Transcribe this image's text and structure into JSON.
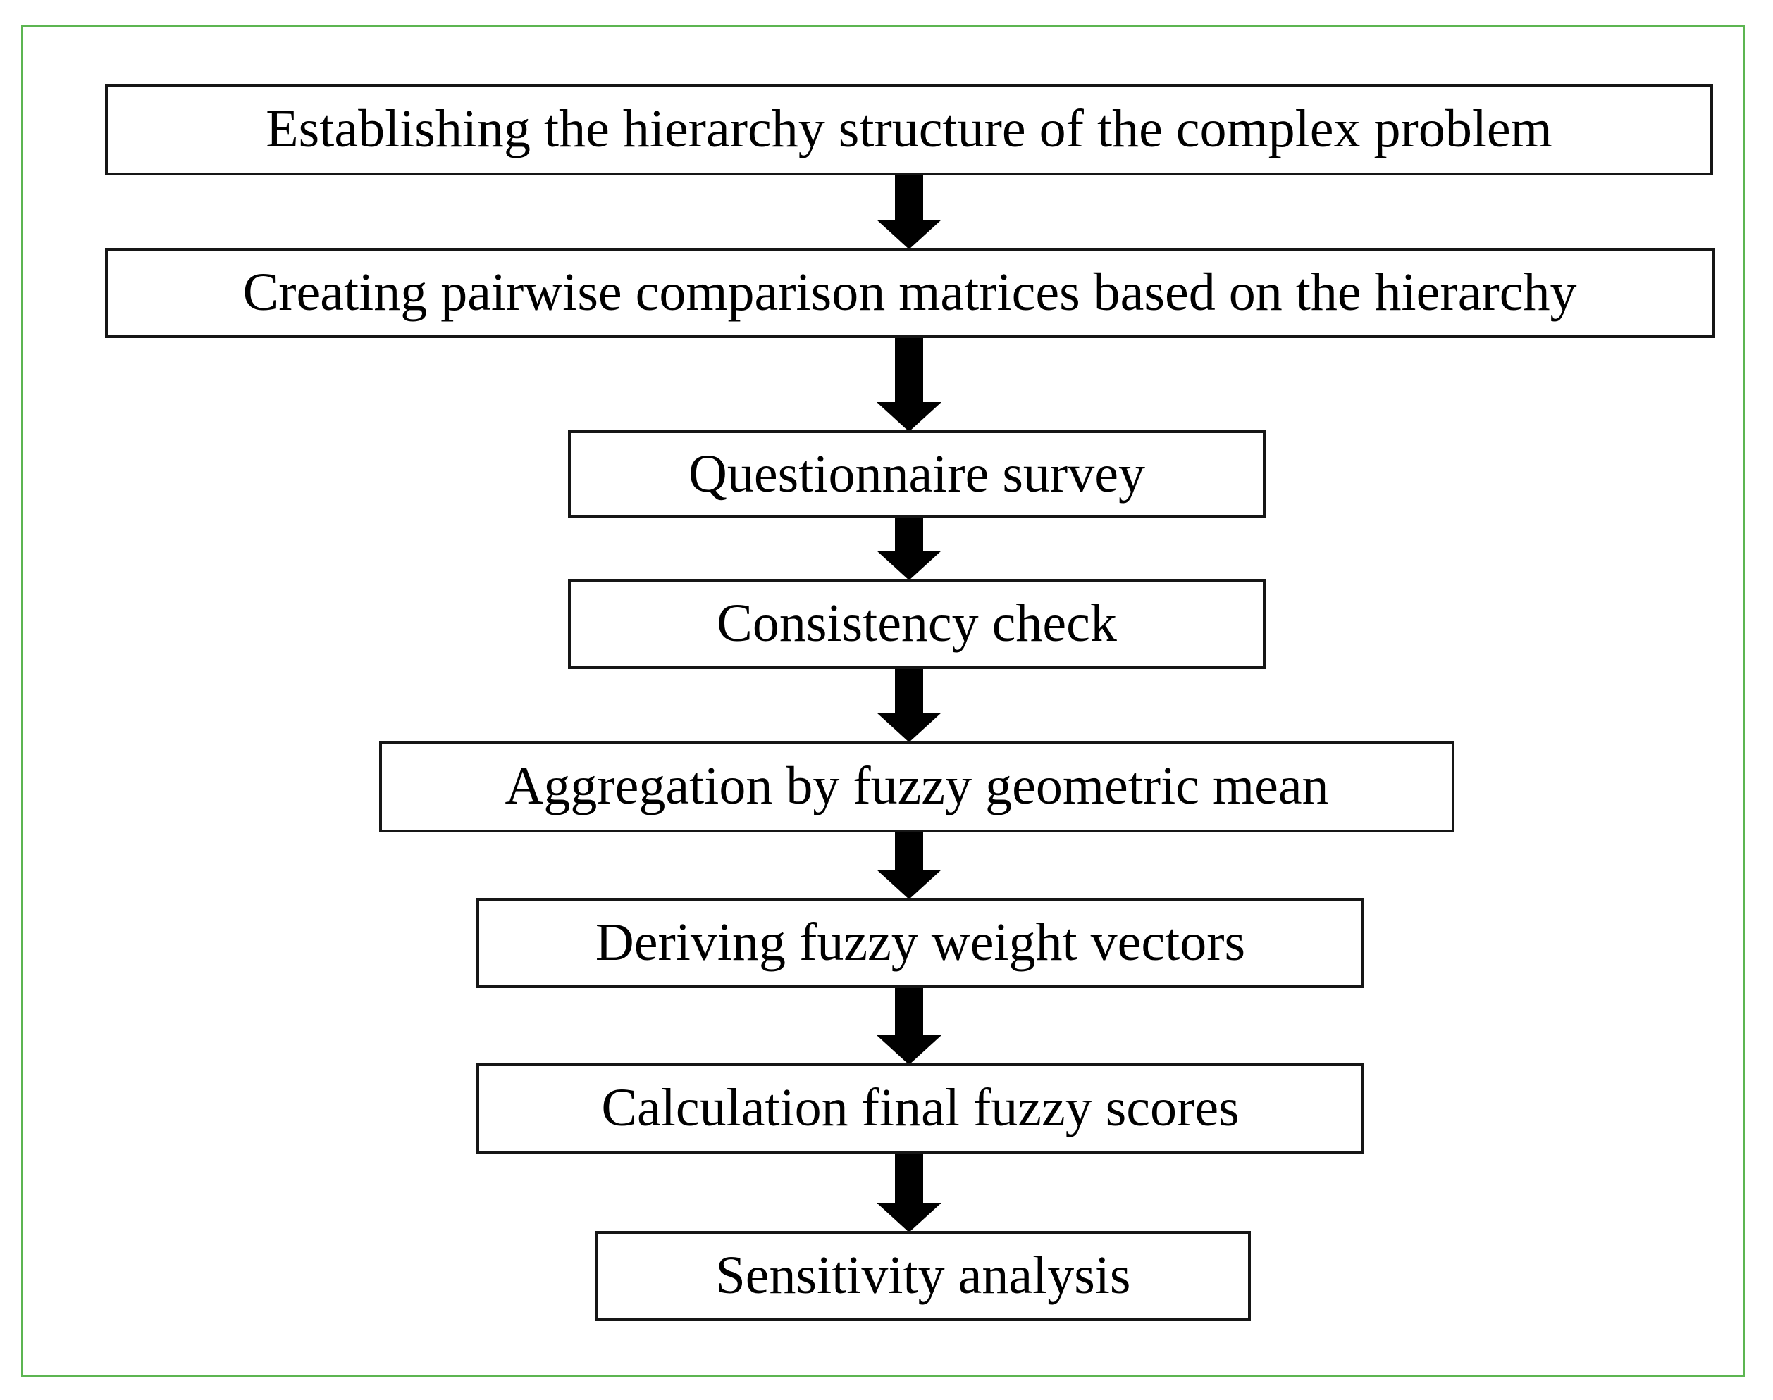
{
  "figure": {
    "kind": "flowchart",
    "direction": "top-down",
    "connector_style": "solid-block-down-arrow",
    "colors": {
      "frame_border": "#5cb551",
      "box_border": "#161616",
      "box_fill": "#ffffff",
      "arrow_fill": "#000000",
      "text": "#000000",
      "background": "#ffffff"
    }
  },
  "flow": {
    "steps": [
      {
        "label": "Establishing the hierarchy structure of the complex problem"
      },
      {
        "label": "Creating pairwise comparison matrices  based on the hierarchy"
      },
      {
        "label": "Questionnaire survey"
      },
      {
        "label": "Consistency check"
      },
      {
        "label": "Aggregation by fuzzy geometric mean"
      },
      {
        "label": "Deriving fuzzy weight vectors"
      },
      {
        "label": "Calculation final fuzzy scores"
      },
      {
        "label": "Sensitivity analysis"
      }
    ]
  }
}
